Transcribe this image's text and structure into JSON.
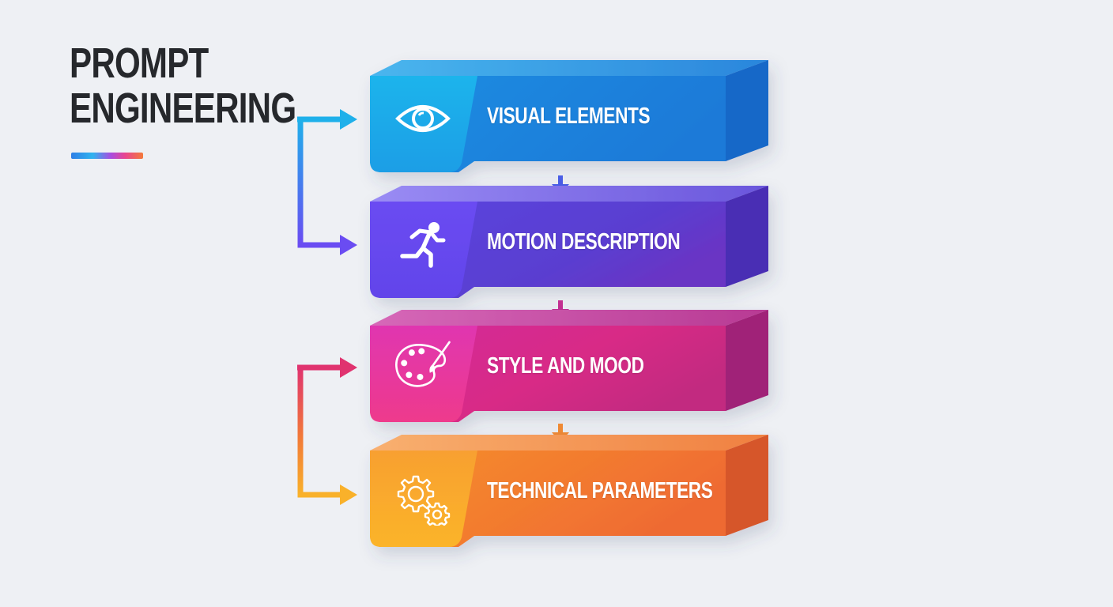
{
  "title": {
    "line1": "PROMPT",
    "line2": "ENGINEERING"
  },
  "blocks": [
    {
      "label": "VISUAL ELEMENTS",
      "icon": "eye-icon",
      "colors": {
        "light": "#1aaeea",
        "main": "#1e88e0",
        "side": "#1466c6",
        "top": "#54b8ee"
      }
    },
    {
      "label": "MOTION DESCRIPTION",
      "icon": "running-person-icon",
      "colors": {
        "light": "#6a4cf2",
        "main": "#5940d8",
        "side": "#4a2fb4",
        "top": "#8e7ef0"
      }
    },
    {
      "label": "STYLE AND MOOD",
      "icon": "palette-icon",
      "colors": {
        "light": "#e43aa8",
        "main": "#d42a8e",
        "side": "#a8217a",
        "top": "#e37ac0"
      }
    },
    {
      "label": "TECHNICAL PARAMETERS",
      "icon": "gears-icon",
      "colors": {
        "light": "#fbab2a",
        "main": "#f27b2c",
        "side": "#d8582a",
        "top": "#f8a868"
      }
    }
  ],
  "connectors": [
    {
      "from": "VISUAL ELEMENTS",
      "to": "MOTION DESCRIPTION",
      "colors": [
        "#20aee8",
        "#6a4cf2"
      ]
    },
    {
      "from": "STYLE AND MOOD",
      "to": "TECHNICAL PARAMETERS",
      "colors": [
        "#e0336f",
        "#f9b12a"
      ]
    }
  ],
  "flow_arrows": [
    {
      "color": "#4a5ee6"
    },
    {
      "color": "#c42f92"
    },
    {
      "color": "#f08a34"
    }
  ]
}
